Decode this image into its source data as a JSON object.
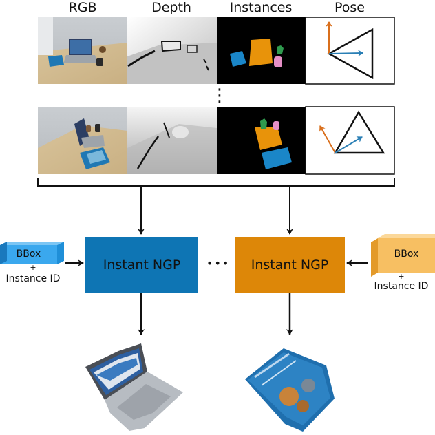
{
  "columns": {
    "rgb": "RGB",
    "depth": "Depth",
    "instances": "Instances",
    "pose": "Pose"
  },
  "ellipsis_vertical": "⋮",
  "ellipsis_horizontal": "•••",
  "left_model": {
    "label": "Instant NGP",
    "color": "#0e75b4",
    "bbox_label": "BBox",
    "bbox_color": "#3aa8ee",
    "plus": "+",
    "instance_id": "Instance ID"
  },
  "right_model": {
    "label": "Instant NGP",
    "color": "#dd8708",
    "bbox_label": "BBox",
    "bbox_color": "#f7bf62",
    "plus": "+",
    "instance_id": "Instance ID"
  },
  "outputs": {
    "left": "laptop reconstruction",
    "right": "book reconstruction"
  },
  "colors": {
    "pose_orange": "#d96f1c",
    "pose_blue": "#2a7fb5",
    "mask_orange": "#e8930a",
    "mask_blue": "#1a86c8",
    "mask_green": "#2f9a4e",
    "mask_pink": "#e58fc6"
  }
}
